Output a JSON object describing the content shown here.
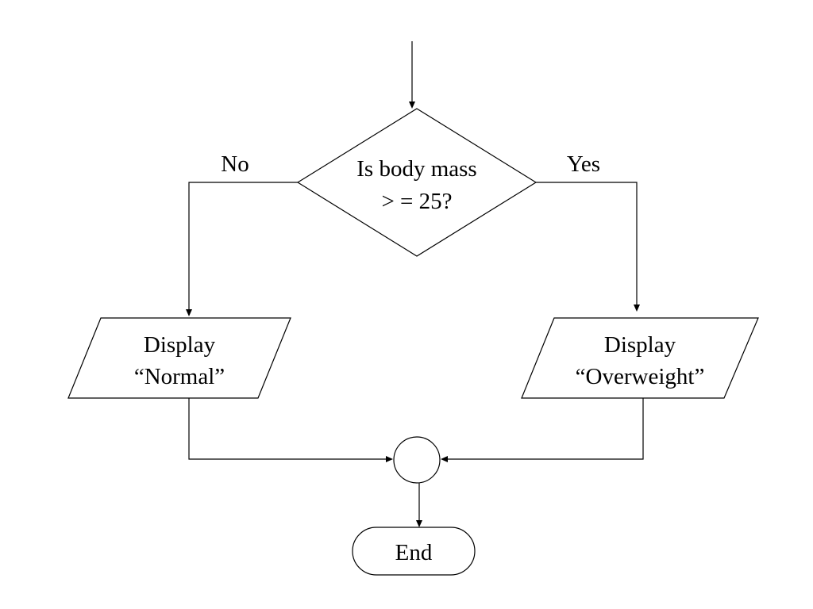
{
  "flowchart": {
    "decision": {
      "line1": "Is body mass",
      "line2": "> = 25?"
    },
    "branch_no_label": "No",
    "branch_yes_label": "Yes",
    "output_normal": {
      "line1": "Display",
      "line2": "“Normal”"
    },
    "output_overweight": {
      "line1": "Display",
      "line2": "“Overweight”"
    },
    "terminal_label": "End"
  }
}
